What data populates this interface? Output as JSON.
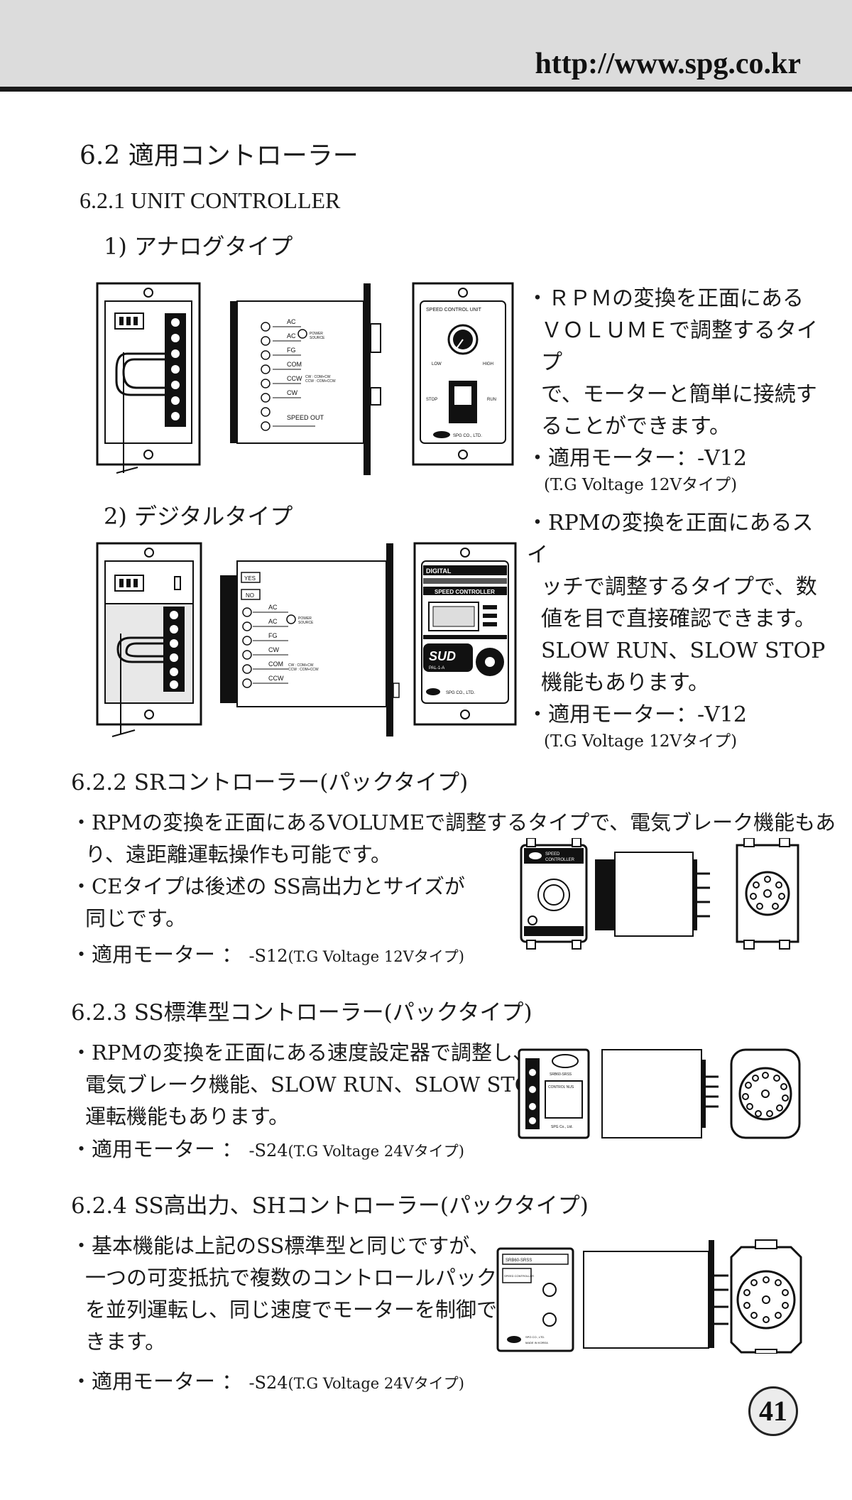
{
  "header": {
    "url": "http://www.spg.co.kr"
  },
  "section": {
    "title": "6.2 適用コントローラー"
  },
  "unit_controller": {
    "title": "6.2.1 UNIT CONTROLLER",
    "analog": {
      "title": "1) アナログタイプ",
      "desc_lines": [
        "・ＲＰＭの変換を正面にある",
        "ＶＯＬＵＭＥで調整するタイプ",
        "で、モーターと簡単に接続す",
        "ることができます。"
      ],
      "motor": "・適用モーター：-V12",
      "motor_note": "(T.G Voltage 12Vタイプ)",
      "fig": {
        "side_labels": [
          "AC",
          "AC",
          "FG",
          "COM",
          "CCW",
          "CW",
          "SPEED OUT"
        ],
        "power_source": [
          "POWER",
          "SOURCE"
        ],
        "cw_note": [
          "CW : COM+CW",
          "CCW : COM+CCW"
        ],
        "panel_title": "SPEED CONTROL UNIT",
        "low": "LOW",
        "high": "HIGH",
        "stop": "STOP",
        "run": "RUN",
        "brand": "SPG CO., LTD."
      }
    },
    "digital": {
      "title": "2) デジタルタイプ",
      "desc_lines": [
        "・RPMの変換を正面にあるスイ",
        "ッチで調整するタイプで、数",
        "値を目で直接確認できます。",
        "SLOW RUN、SLOW STOP",
        "機能もあります。"
      ],
      "motor": "・適用モーター：-V12",
      "motor_note": "(T.G Voltage 12Vタイプ)",
      "fig": {
        "yes": "YES",
        "no": "NO",
        "side_labels": [
          "AC",
          "AC",
          "FG",
          "CW",
          "COM",
          "CCW"
        ],
        "power_source": [
          "POWER",
          "SOURCE"
        ],
        "cw_note": [
          "CW : COM+CW",
          "CCW : COM+CCW"
        ],
        "panel_l1": "DIGITAL",
        "panel_l2": "SPEED CONTROLLER",
        "sud": "SUD",
        "model": "PAL-1-A",
        "brand": "SPG CO., LTD."
      }
    }
  },
  "sr": {
    "title": "6.2.2 SRコントローラー(パックタイプ)",
    "desc_lines": [
      "・RPMの変換を正面にあるVOLUMEで調整するタイプで、電気ブレーク機能もあ",
      "り、遠距離運転操作も可能です。",
      "・CEタイプは後述の SS高出力とサイズが",
      "同じです。"
    ],
    "motor_label": "・適用モーター ： ",
    "motor_value": "-S12",
    "motor_note": "(T.G Voltage 12Vタイプ)",
    "fig": {
      "panel_l1": "SPEED",
      "panel_l2": "CONTROLLER"
    }
  },
  "ss": {
    "title": "6.2.3 SS標準型コントローラー(パックタイプ)",
    "desc_lines": [
      "・RPMの変換を正面にある速度設定器で調整し、",
      "電気ブレーク機能、SLOW RUN、SLOW STOP",
      "運転機能もあります。"
    ],
    "motor_label": "・適用モーター ： ",
    "motor_value": "-S24",
    "motor_note": "(T.G Voltage 24Vタイプ)",
    "fig": {
      "badge": "SRB60-SRSS",
      "panel": "CONTROL NUS",
      "brand": "SPG Co., Ltd."
    }
  },
  "sh": {
    "title": "6.2.4 SS高出力、SHコントローラー(パックタイプ)",
    "desc_lines": [
      "・基本機能は上記のSS標準型と同じですが、",
      "一つの可変抵抗で複数のコントロールパック",
      "を並列運転し、同じ速度でモーターを制御で",
      "きます。"
    ],
    "motor_label": "・適用モーター ： ",
    "motor_value": "-S24",
    "motor_note": "(T.G Voltage 24Vタイプ)",
    "fig": {
      "badge": "SRB60-SRSS",
      "panel": "SPEED CONTROLLER",
      "brand": "SPG CO., LTD.",
      "made": "MADE IN KOREA"
    }
  },
  "page": {
    "number": "41"
  }
}
